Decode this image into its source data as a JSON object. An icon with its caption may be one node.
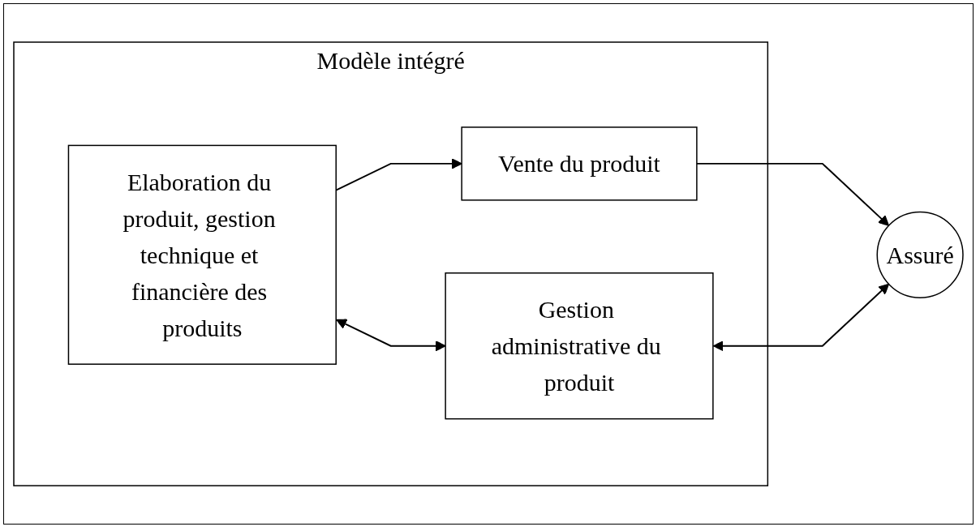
{
  "diagram": {
    "nodes": [
      {
        "text": [
          "Modèle intégré"
        ]
      },
      {
        "text": [
          "Elaboration du produit, gestion technique et financière des produits"
        ],
        "in": 0
      },
      {
        "text": [
          "Vente du produit"
        ],
        "in": 0
      },
      {
        "text": [
          "Gestion administrative du produit"
        ],
        "in": 0
      },
      {
        "text": [
          "Assuré"
        ]
      }
    ],
    "edges": [
      {
        "from": 1,
        "to": 2,
        "arrow": "to"
      },
      {
        "from": 2,
        "to": 4,
        "arrow": "to"
      },
      {
        "from": 1,
        "to": 3,
        "arrow": "both"
      },
      {
        "from": 3,
        "to": 4,
        "arrow": "both"
      }
    ]
  }
}
